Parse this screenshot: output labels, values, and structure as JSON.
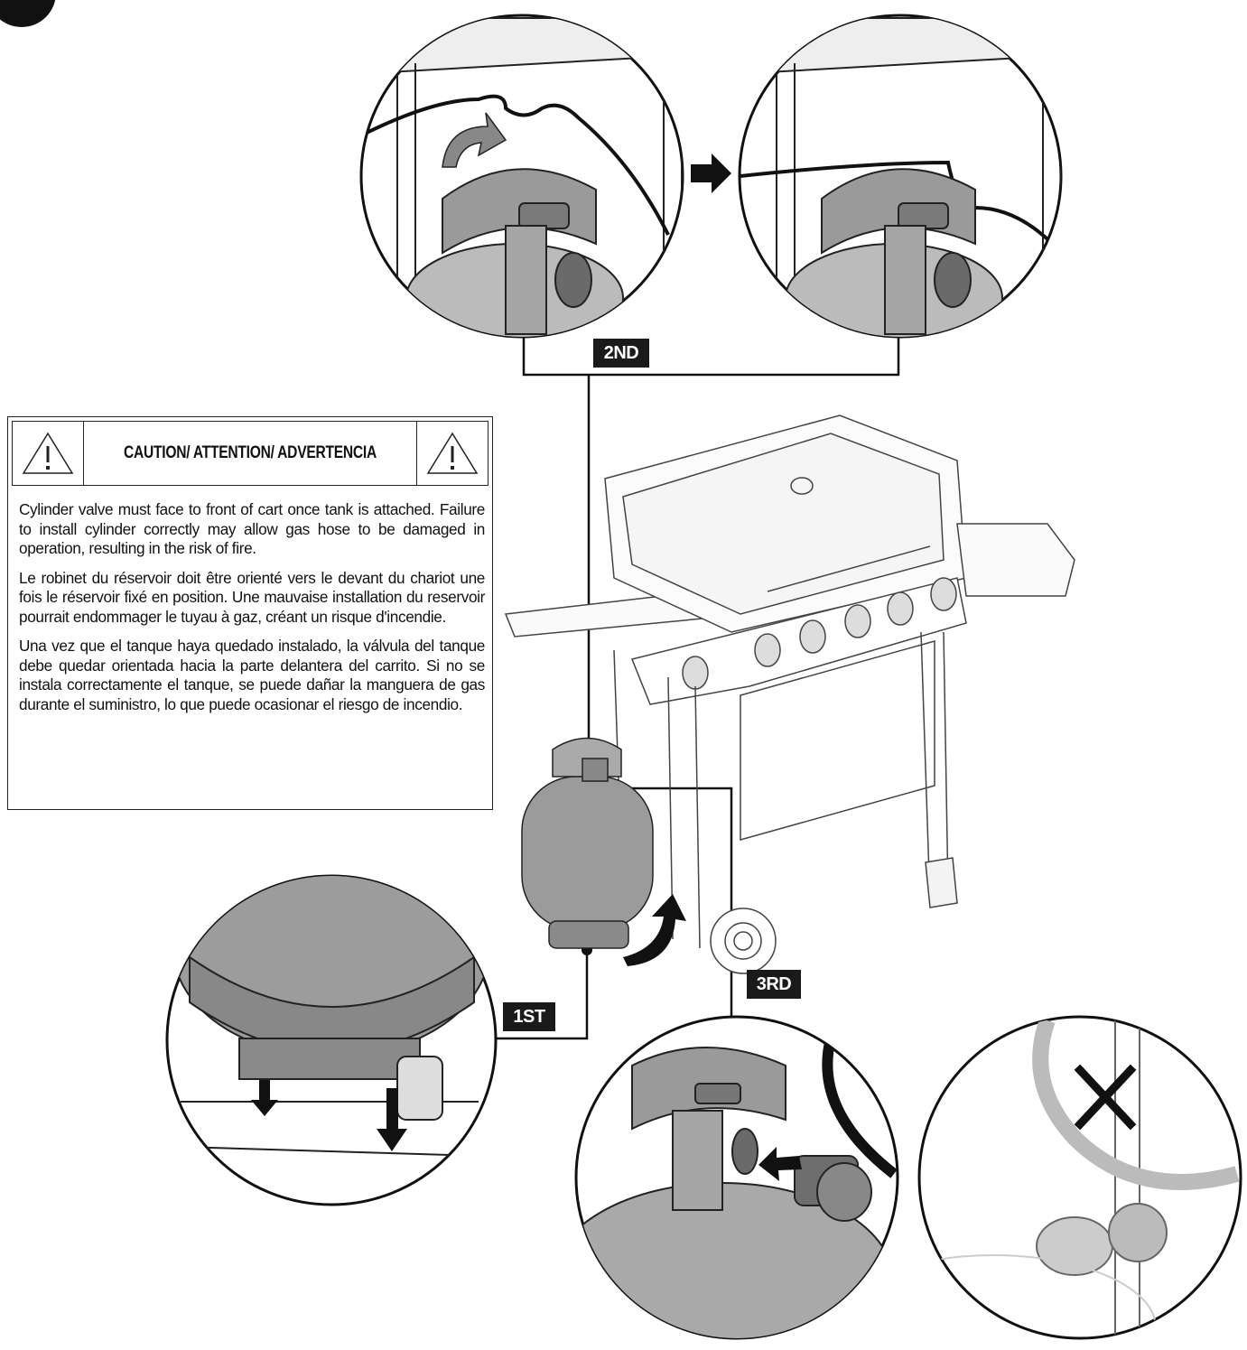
{
  "caution": {
    "title": "CAUTION/ ATTENTION/ ADVERTENCIA",
    "warning_icon": "warning-triangle-icon",
    "paragraphs": [
      "Cylinder valve must face to front of cart once tank is attached. Failure to install cylinder correctly may allow gas hose to be damaged in operation, resulting in the risk of fire.",
      "Le robinet du réservoir doit être orienté vers le devant du chariot une fois le réservoir fixé en position. Une mauvaise installation du reservoir pourrait endommager le tuyau à gaz, créant un risque d'incendie.",
      "Una vez que el tanque haya quedado instalado, la válvula del tanque debe quedar orientada hacia la parte delantera del carrito. Si no se instala correctamente el tanque, se puede dañar la manguera de gas durante el suministro, lo que puede ocasionar el riesgo de incendio."
    ]
  },
  "steps": {
    "first": "1ST",
    "second": "2ND",
    "third": "3RD"
  },
  "icons": {
    "rotate_arrow": "curved-arrow-icon",
    "next_arrow": "right-arrow-icon",
    "down_arrow": "down-arrow-icon",
    "incorrect_mark": "x-mark-icon"
  }
}
